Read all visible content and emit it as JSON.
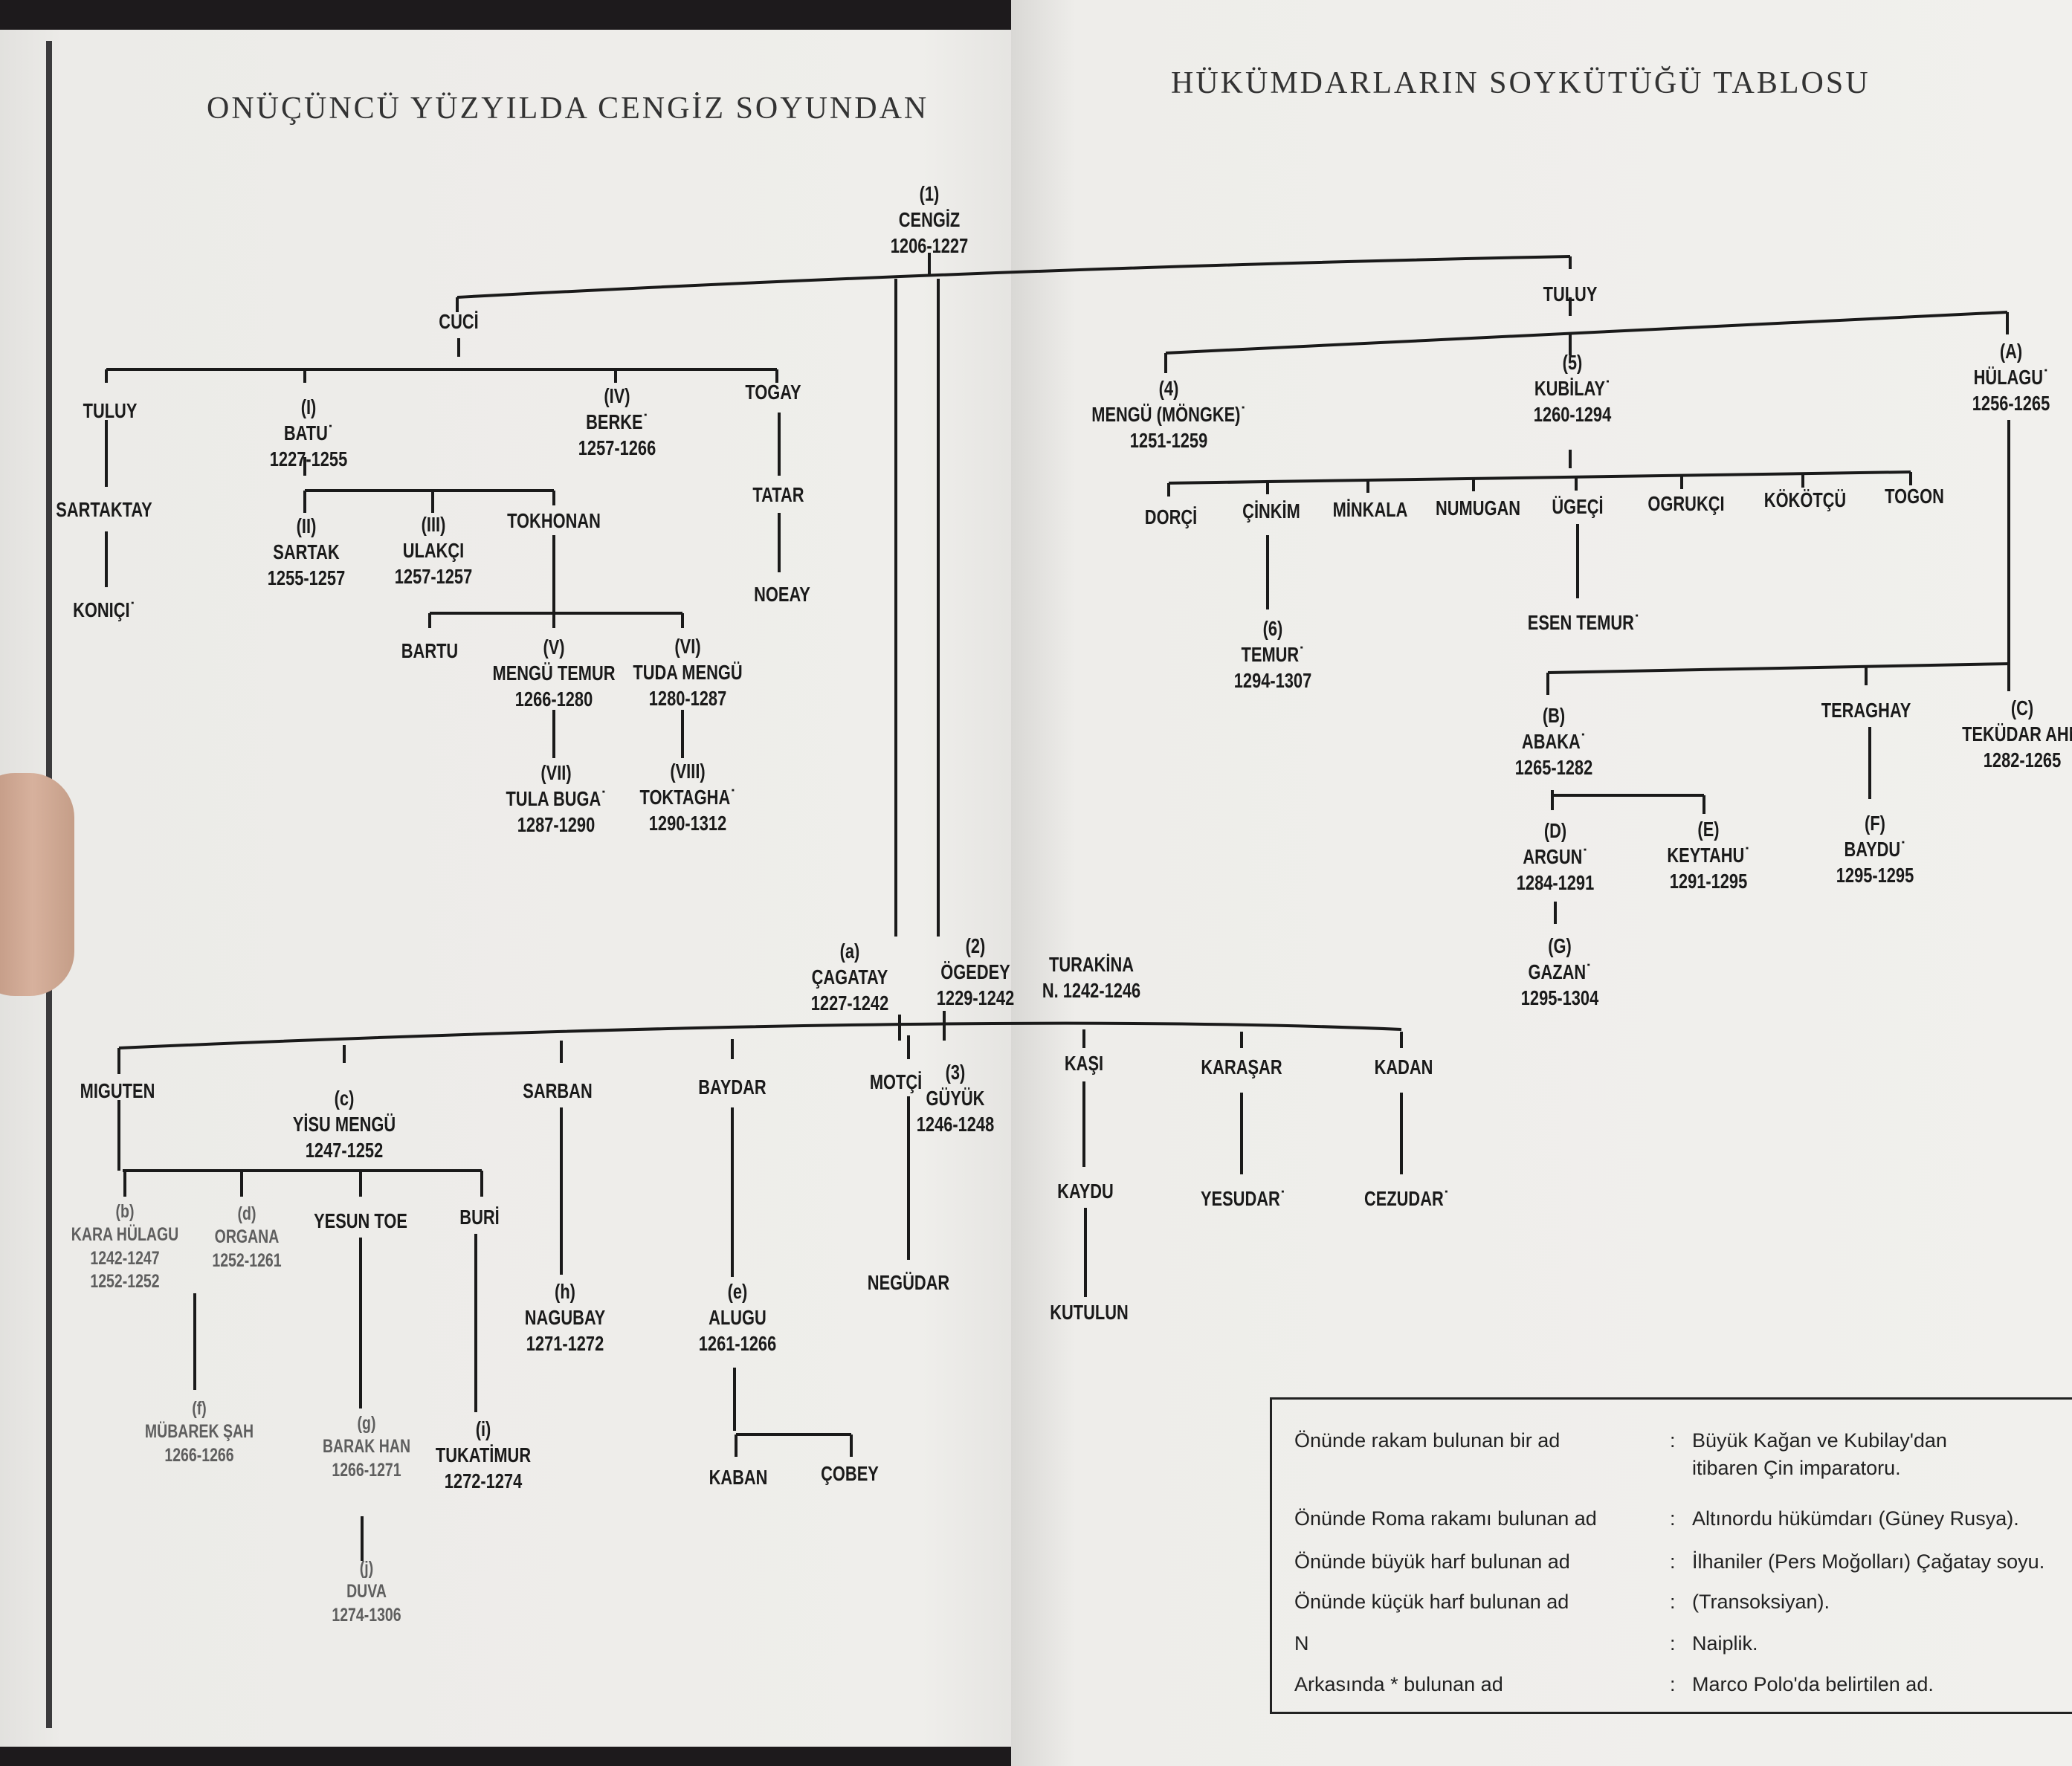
{
  "header": {
    "left": "ONÜÇÜNCÜ YÜZYILDA CENGİZ SOYUNDAN",
    "right": "HÜKÜMDARLARIN SOYKÜTÜĞÜ TABLOSU"
  },
  "nodes": {
    "cengiz": [
      "(1)",
      "CENGİZ",
      "1206-1227"
    ],
    "cuci": [
      "CUCİ"
    ],
    "tuluy_a": [
      "TULUY"
    ],
    "sartaktay": [
      "SARTAKTAY"
    ],
    "konici": [
      "KONIÇI˙"
    ],
    "batu": [
      "(I)",
      "BATU˙",
      "1227-1255"
    ],
    "berke": [
      "(IV)",
      "BERKE˙",
      "1257-1266"
    ],
    "togay": [
      "TOGAY"
    ],
    "tatar": [
      "TATAR"
    ],
    "noeay": [
      "NOEAY"
    ],
    "sartak": [
      "(II)",
      "SARTAK",
      "1255-1257"
    ],
    "ulakci": [
      "(III)",
      "ULAKÇI",
      "1257-1257"
    ],
    "tokhonan": [
      "TOKHONAN"
    ],
    "bartu": [
      "BARTU"
    ],
    "mengu_temur": [
      "(V)",
      "MENGÜ TEMUR",
      "1266-1280"
    ],
    "tuda_mengu": [
      "(VI)",
      "TUDA MENGÜ",
      "1280-1287"
    ],
    "tula_buga": [
      "(VII)",
      "TULA BUGA˙",
      "1287-1290"
    ],
    "toktagha": [
      "(VIII)",
      "TOKTAGHA˙",
      "1290-1312"
    ],
    "tuluy_b": [
      "TULUY"
    ],
    "mongke": [
      "(4)",
      "MENGÜ (MÖNGKE)˙",
      "1251-1259"
    ],
    "kubilay": [
      "(5)",
      "KUBİLAY˙",
      "1260-1294"
    ],
    "hulagu": [
      "(A)",
      "HÜLAGU˙",
      "1256-1265"
    ],
    "dorci": [
      "DORÇİ"
    ],
    "cinkim": [
      "ÇİNKİM"
    ],
    "minkala": [
      "MİNKALA"
    ],
    "numugan": [
      "NUMUGAN"
    ],
    "ugeci": [
      "ÜGEÇİ"
    ],
    "ogrukci": [
      "OGRUKÇI"
    ],
    "kokotcu": [
      "KÖKÖTÇÜ"
    ],
    "togon": [
      "TOGON"
    ],
    "temur": [
      "(6)",
      "TEMUR˙",
      "1294-1307"
    ],
    "esen_temur": [
      "ESEN TEMUR˙"
    ],
    "abaka": [
      "(B)",
      "ABAKA˙",
      "1265-1282"
    ],
    "teraghay": [
      "TERAGHAY"
    ],
    "tekudar": [
      "(C)",
      "TEKÜDAR AHM",
      "1282-1265"
    ],
    "argun": [
      "(D)",
      "ARGUN˙",
      "1284-1291"
    ],
    "keytahu": [
      "(E)",
      "KEYTAHU˙",
      "1291-1295"
    ],
    "baydu": [
      "(F)",
      "BAYDU˙",
      "1295-1295"
    ],
    "gazan": [
      "(G)",
      "GAZAN˙",
      "1295-1304"
    ],
    "cagatay": [
      "(a)",
      "ÇAGATAY",
      "1227-1242"
    ],
    "ogedey": [
      "(2)",
      "ÖGEDEY",
      "1229-1242"
    ],
    "turakina": [
      "TURAKİNA",
      "N. 1242-1246"
    ],
    "miguten": [
      "MIGUTEN"
    ],
    "yisu_mengu": [
      "(c)",
      "YİSU MENGÜ",
      "1247-1252"
    ],
    "sarban": [
      "SARBAN"
    ],
    "baydar": [
      "BAYDAR"
    ],
    "motci": [
      "MOTÇİ"
    ],
    "guyuk": [
      "(3)",
      "GÜYÜK",
      "1246-1248"
    ],
    "kasi": [
      "KAŞI"
    ],
    "karasar": [
      "KARAŞAR"
    ],
    "kadan": [
      "KADAN"
    ],
    "kara_hulagu": [
      "(b)",
      "KARA HÜLAGU",
      "1242-1247",
      "1252-1252"
    ],
    "organa": [
      "(d)",
      "ORGANA",
      "1252-1261"
    ],
    "yesun_toe": [
      "YESUN TOE"
    ],
    "buri": [
      "BURİ"
    ],
    "nagubay": [
      "(h)",
      "NAGUBAY",
      "1271-1272"
    ],
    "alugu": [
      "(e)",
      "ALUGU",
      "1261-1266"
    ],
    "negudar": [
      "NEGÜDAR"
    ],
    "kaydu": [
      "KAYDU"
    ],
    "yesudar": [
      "YESUDAR˙"
    ],
    "cezudar": [
      "CEZUDAR˙"
    ],
    "kutulun": [
      "KUTULUN"
    ],
    "mubarek_sah": [
      "(f)",
      "MÜBAREK ŞAH",
      "1266-1266"
    ],
    "barak_han": [
      "(g)",
      "BARAK HAN",
      "1266-1271"
    ],
    "tukatimur": [
      "(i)",
      "TUKATİMUR",
      "1272-1274"
    ],
    "kaban": [
      "KABAN"
    ],
    "cobey": [
      "ÇOBEY"
    ],
    "duva": [
      "(j)",
      "DUVA",
      "1274-1306"
    ]
  },
  "legend": [
    {
      "label": "Önünde rakam bulunan bir ad",
      "desc": [
        "Büyük Kağan ve Kubilay'dan",
        "itibaren Çin imparatoru."
      ]
    },
    {
      "label": "Önünde Roma rakamı bulunan ad",
      "desc": [
        "Altınordu hükümdarı (Güney Rusya)."
      ]
    },
    {
      "label": "Önünde büyük harf bulunan ad",
      "desc": [
        "İlhaniler (Pers Moğolları) Çağatay soyu."
      ]
    },
    {
      "label": "Önünde küçük harf bulunan ad",
      "desc": [
        "(Transoksiyan)."
      ]
    },
    {
      "label": "N",
      "desc": [
        "Naiplik."
      ]
    },
    {
      "label": "Arkasında * bulunan ad",
      "desc": [
        "Marco Polo'da belirtilen ad."
      ]
    }
  ]
}
